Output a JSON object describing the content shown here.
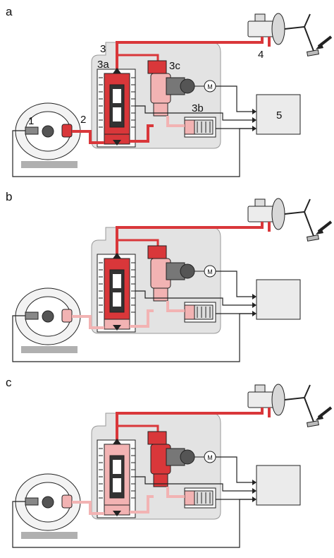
{
  "panels": [
    {
      "letter": "a",
      "labels": {
        "wheel_sensor": "1",
        "brake": "2",
        "line": "3",
        "valve": "3a",
        "accumulator": "3b",
        "pump": "3c",
        "master_cylinder": "4",
        "ecu": "5"
      }
    },
    {
      "letter": "b",
      "labels": {}
    },
    {
      "letter": "c",
      "labels": {}
    }
  ],
  "motor_symbol": "M",
  "colors": {
    "high_pressure": "#d9373a",
    "low_pressure": "#f2b3b3",
    "housing": "#e3e3e3",
    "outline": "#222222",
    "ground": "#b0b0b0"
  }
}
